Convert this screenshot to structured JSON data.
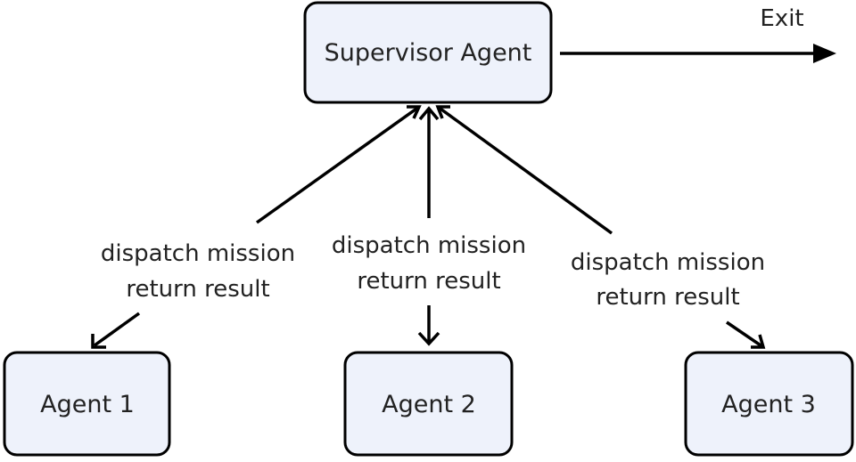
{
  "nodes": {
    "supervisor": "Supervisor Agent",
    "agent1": "Agent 1",
    "agent2": "Agent 2",
    "agent3": "Agent 3"
  },
  "exit_label": "Exit",
  "edges": [
    {
      "from": "agent1",
      "to": "supervisor",
      "label_line1": "dispatch mission",
      "label_line2": "return result"
    },
    {
      "from": "agent2",
      "to": "supervisor",
      "label_line1": "dispatch mission",
      "label_line2": "return result"
    },
    {
      "from": "agent3",
      "to": "supervisor",
      "label_line1": "dispatch mission",
      "label_line2": "return result"
    }
  ],
  "colors": {
    "node_fill": "#eef2fb",
    "stroke": "#000000",
    "text": "#222222"
  }
}
